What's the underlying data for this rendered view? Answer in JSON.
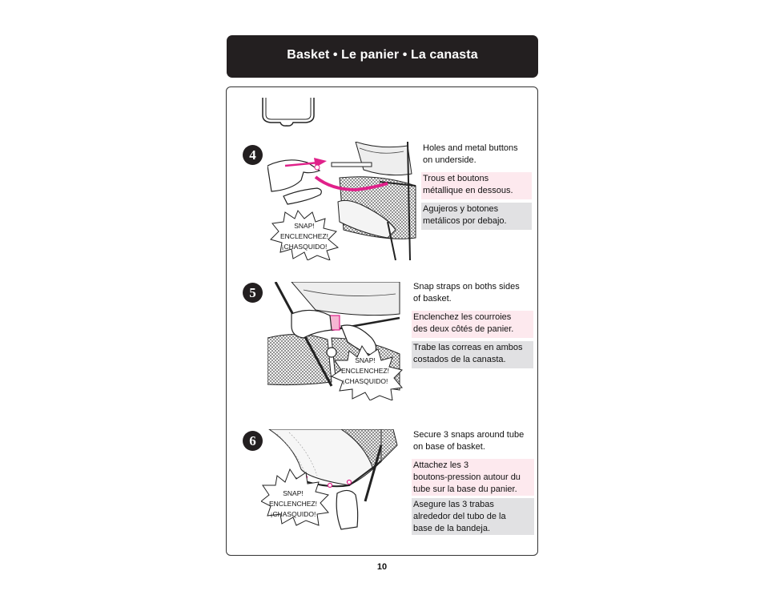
{
  "header": {
    "title": "Basket  •  Le panier •  La canasta"
  },
  "steps": [
    {
      "number": "4",
      "snap": [
        "SNAP!",
        "ENCLENCHEZ!",
        "¡CHASQUIDO!"
      ],
      "text_en": [
        "Holes and metal buttons",
        "on underside."
      ],
      "text_fr": [
        "Trous et boutons",
        "métallique en dessous."
      ],
      "text_es": [
        "Agujeros y botones",
        "metálicos por debajo."
      ]
    },
    {
      "number": "5",
      "snap": [
        "SNAP!",
        "ENCLENCHEZ!",
        "¡CHASQUIDO!"
      ],
      "text_en": [
        "Snap straps on boths sides",
        "of basket."
      ],
      "text_fr": [
        "Enclenchez les courroies",
        "des deux côtés de panier."
      ],
      "text_es": [
        "Trabe las correas en ambos",
        "costados de la canasta."
      ]
    },
    {
      "number": "6",
      "snap": [
        "SNAP!",
        "ENCLENCHEZ!",
        "¡CHASQUIDO!"
      ],
      "text_en": [
        "Secure 3 snaps around tube",
        "on base of basket."
      ],
      "text_fr": [
        "Attachez les 3",
        "boutons-pression autour du",
        "tube sur la base du panier."
      ],
      "text_es": [
        "Asegure las 3 trabas",
        "alrededor del tubo de la",
        "base de la bandeja."
      ]
    }
  ],
  "page": {
    "number": "10"
  },
  "colors": {
    "header_bg": "#231f20",
    "french_bg": "#fde9ee",
    "spanish_bg": "#e1e1e3",
    "accent_pink": "#e0218a"
  }
}
